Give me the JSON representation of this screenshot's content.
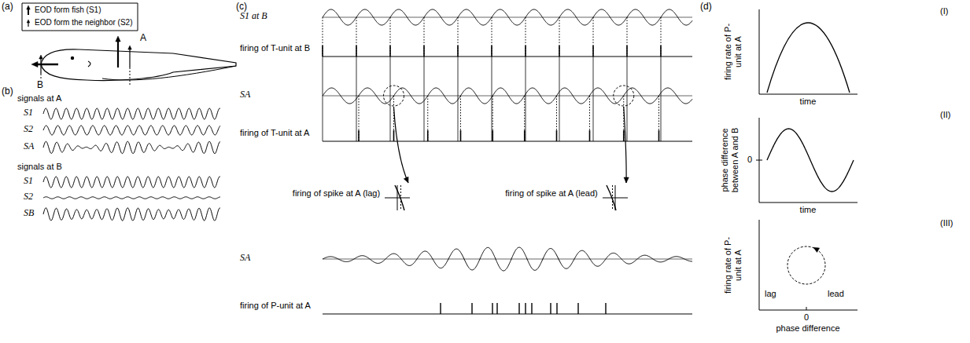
{
  "diagram": {
    "labels": [
      "(a)",
      "A",
      "B",
      "(b)",
      "signals at A",
      "S1",
      "S2",
      "SA",
      "signals at B",
      "S1",
      "S2",
      "SB",
      "(c)",
      "S1 at B",
      "firing of T-unit at B",
      "SA",
      "firing of T-unit at A",
      "firing of spike at A (lag)",
      "firing of spike at A (lead)",
      "SA",
      "firing of P-unit at A",
      "(d)",
      "(I)",
      "firing rate of P-unit at A",
      "time",
      "(II)",
      "phase difference between A and B",
      "0",
      "time",
      "(III)",
      "firing rate of P-unit at A",
      "lag",
      "lead",
      "0",
      "phase difference"
    ],
    "legend": [
      {
        "text": "EOD form fish (S1)"
      },
      {
        "text": "EOD form the neighbor (S2)"
      }
    ]
  }
}
